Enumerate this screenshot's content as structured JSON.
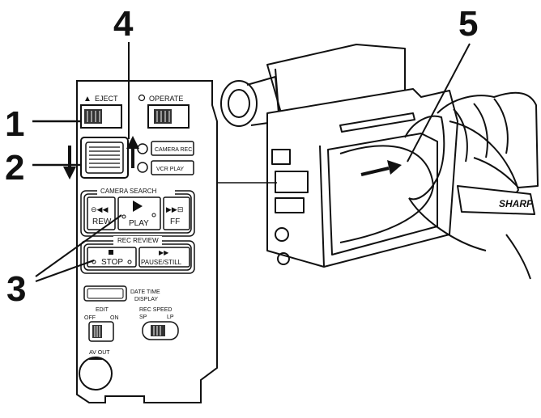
{
  "callouts": [
    "1",
    "2",
    "3",
    "4",
    "5"
  ],
  "panel": {
    "eject": "EJECT",
    "operate": "OPERATE",
    "camera_rec": "CAMERA REC",
    "vcr_play": "VCR PLAY",
    "camera_search": "CAMERA SEARCH",
    "rew": "REW",
    "play": "PLAY",
    "ff": "FF",
    "rec_review": "REC REVIEW",
    "stop": "STOP",
    "pause_still": "PAUSE/STILL",
    "date_time": "DATE TIME",
    "display": "DISPLAY",
    "edit": "EDIT",
    "off": "OFF",
    "on": "ON",
    "rec_speed": "REC SPEED",
    "sp": "SP",
    "lp": "LP",
    "av_out": "AV OUT"
  },
  "camera": {
    "brand": "SHARP"
  }
}
